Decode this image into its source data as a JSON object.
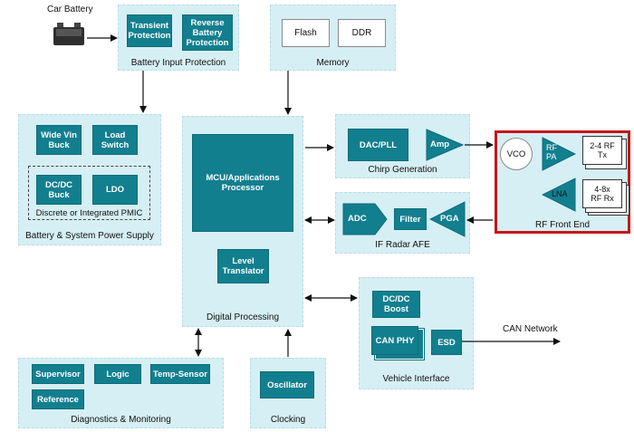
{
  "car_battery": "Car Battery",
  "battery_input": {
    "caption": "Battery Input Protection",
    "transient": "Transient\nProtection",
    "reverse": "Reverse\nBattery\nProtection"
  },
  "memory": {
    "caption": "Memory",
    "flash": "Flash",
    "ddr": "DDR"
  },
  "power": {
    "caption": "Battery & System Power Supply",
    "wide_vin": "Wide Vin\nBuck",
    "load_switch": "Load\nSwitch",
    "dcdc_buck": "DC/DC\nBuck",
    "ldo": "LDO",
    "pmic_caption": "Discrete or Integrated PMIC"
  },
  "digital": {
    "caption": "Digital Processing",
    "mcu": "MCU/Applications\nProcessor",
    "level": "Level\nTranslator"
  },
  "chirp": {
    "caption": "Chirp Generation",
    "dac_pll": "DAC/PLL",
    "amp": "Amp"
  },
  "rf": {
    "caption": "RF Front End",
    "vco": "VCO",
    "pa": "RF\nPA",
    "tx": "2-4 RF\nTx",
    "lna": "LNA",
    "rx": "4-8x\nRF Rx"
  },
  "if_afe": {
    "caption": "IF Radar AFE",
    "adc": "ADC",
    "filter": "Filter",
    "pga": "PGA"
  },
  "vehicle": {
    "caption": "Vehicle Interface",
    "dcdc_boost": "DC/DC\nBoost",
    "can_phy": "CAN PHY",
    "esd": "ESD"
  },
  "can_network": "CAN Network",
  "diag": {
    "caption": "Diagnostics & Monitoring",
    "supervisor": "Supervisor",
    "logic": "Logic",
    "temp": "Temp-Sensor",
    "reference": "Reference"
  },
  "clocking": {
    "caption": "Clocking",
    "oscillator": "Oscillator"
  },
  "colors": {
    "block": "#127f8f",
    "panel": "#d6eff4",
    "highlight": "#c4161c"
  }
}
